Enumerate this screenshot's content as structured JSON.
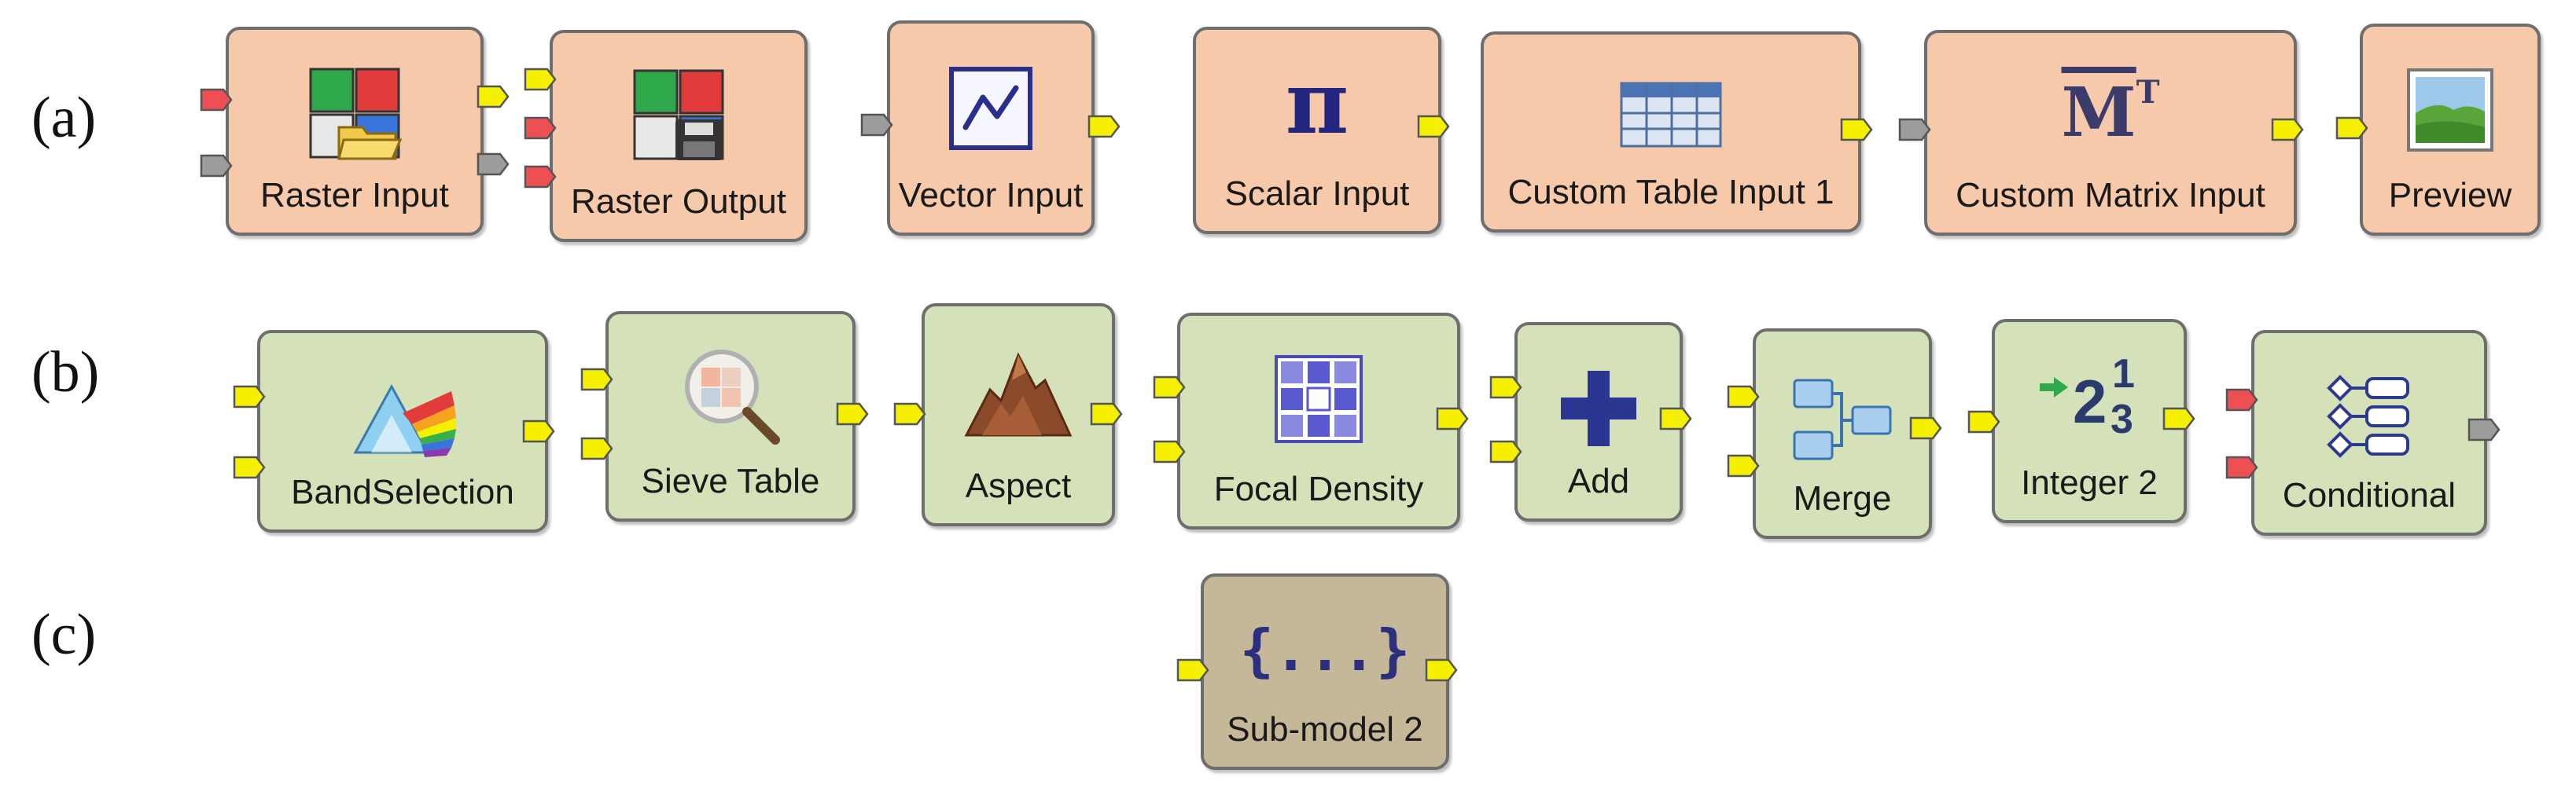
{
  "rows": [
    {
      "label": "(a)"
    },
    {
      "label": "(b)"
    },
    {
      "label": "(c)"
    }
  ],
  "colors": {
    "io_fill": "#f5c9aa",
    "op_fill": "#d5e2b9",
    "sub_fill": "#c5b899",
    "port_yellow": "#f4f000",
    "port_red": "#ee4f52",
    "port_gray": "#9c9c9c"
  },
  "nodes_a": [
    {
      "label": "Raster Input",
      "icon": "raster-input-icon"
    },
    {
      "label": "Raster Output",
      "icon": "raster-output-icon"
    },
    {
      "label": "Vector Input",
      "icon": "vector-input-icon"
    },
    {
      "label": "Scalar Input",
      "icon": "pi-icon"
    },
    {
      "label": "Custom Table Input 1",
      "icon": "table-icon"
    },
    {
      "label": "Custom Matrix Input",
      "icon": "matrix-transpose-icon"
    },
    {
      "label": "Preview",
      "icon": "landscape-preview-icon"
    }
  ],
  "nodes_b": [
    {
      "label": "BandSelection",
      "icon": "prism-icon"
    },
    {
      "label": "Sieve Table",
      "icon": "magnifier-icon"
    },
    {
      "label": "Aspect",
      "icon": "mountain-icon"
    },
    {
      "label": "Focal Density",
      "icon": "grid-icon"
    },
    {
      "label": "Add",
      "icon": "plus-icon"
    },
    {
      "label": "Merge",
      "icon": "merge-icon"
    },
    {
      "label": "Integer 2",
      "icon": "integer-icon"
    },
    {
      "label": "Conditional",
      "icon": "conditional-icon"
    }
  ],
  "nodes_c": [
    {
      "label": "Sub-model 2",
      "icon": "braces-icon"
    }
  ],
  "submodel_icon_text": "{...}",
  "scalar_icon_text": "π",
  "matrix_icon_text": "M",
  "matrix_icon_sup": "T",
  "integer_icon_text": "2",
  "integer_icon_sup": "1",
  "integer_icon_sub": "3"
}
